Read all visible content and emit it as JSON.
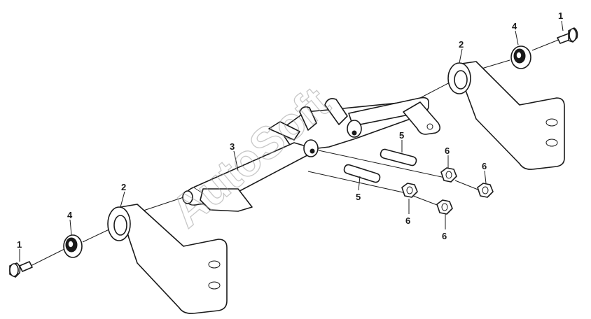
{
  "watermark": "AutoSoft",
  "callouts": {
    "bolt_right": "1",
    "washer_right": "4",
    "bracket_right": "2",
    "shaft": "3",
    "pin_upper": "5",
    "nut_mid_upper": "6",
    "nut_right_upper": "6",
    "pin_lower": "5",
    "nut_mid_lower": "6",
    "nut_right_lower": "6",
    "bracket_left": "2",
    "washer_left": "4",
    "bolt_left": "1"
  },
  "colors": {
    "line": "#1a1a1a",
    "watermark": "#9a9a9a",
    "background": "#ffffff"
  }
}
